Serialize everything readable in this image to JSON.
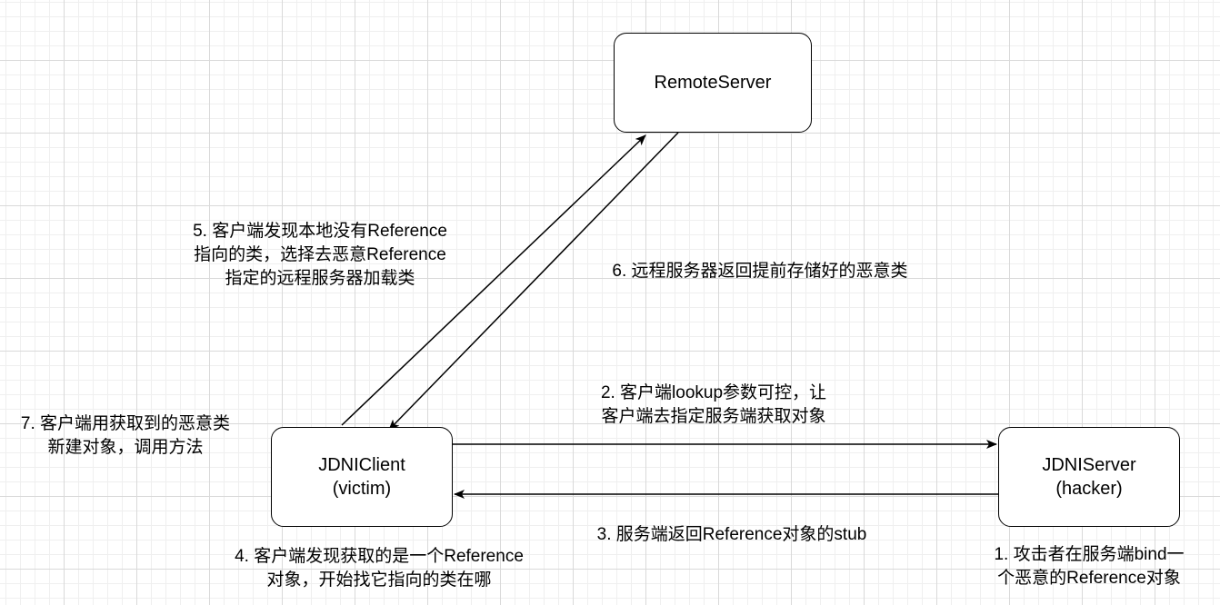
{
  "nodes": {
    "remote_server": {
      "line1": "RemoteServer"
    },
    "jndi_client": {
      "line1": "JDNIClient",
      "line2": "(victim)"
    },
    "jndi_server": {
      "line1": "JDNIServer",
      "line2": "(hacker)"
    }
  },
  "labels": {
    "step1": {
      "line1": "1. 攻击者在服务端bind一",
      "line2": "个恶意的Reference对象"
    },
    "step2": {
      "line1": "2. 客户端lookup参数可控，让",
      "line2": "客户端去指定服务端获取对象"
    },
    "step3": {
      "line1": "3. 服务端返回Reference对象的stub"
    },
    "step4": {
      "line1": "4. 客户端发现获取的是一个Reference",
      "line2": "对象，开始找它指向的类在哪"
    },
    "step5": {
      "line1": "5. 客户端发现本地没有Reference",
      "line2": "指向的类，选择去恶意Reference",
      "line3": "指定的远程服务器加载类"
    },
    "step6": {
      "line1": "6. 远程服务器返回提前存储好的恶意类"
    },
    "step7": {
      "line1": "7. 客户端用获取到的恶意类",
      "line2": "新建对象，调用方法"
    }
  }
}
